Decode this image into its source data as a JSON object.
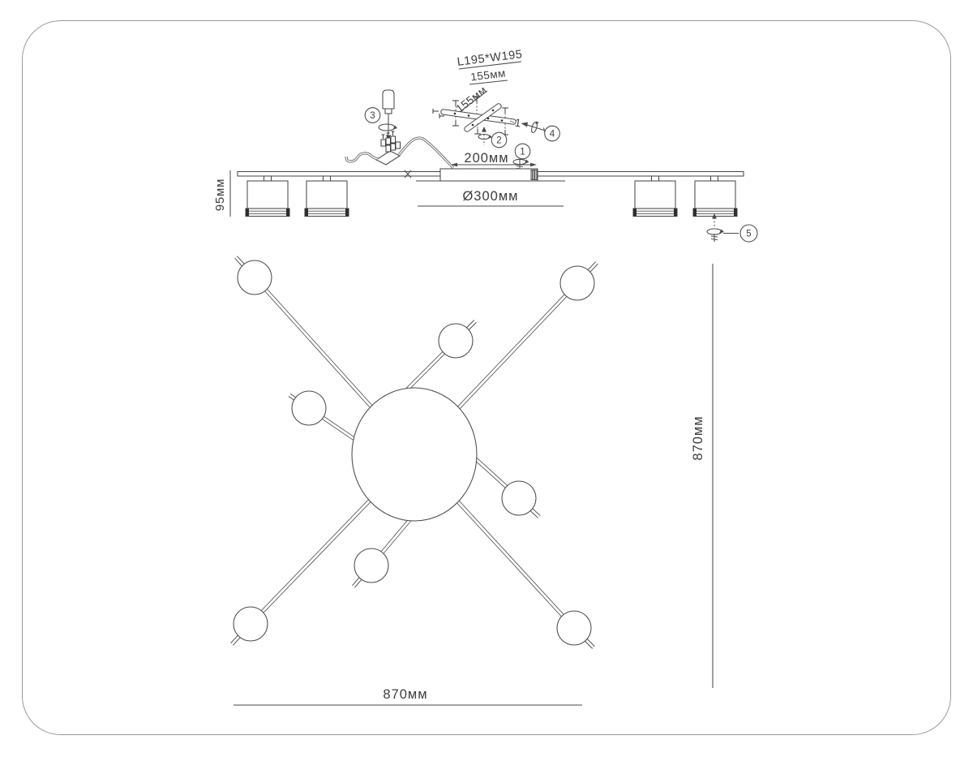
{
  "figure": {
    "kind": "ceiling-light installation and dimension drawing",
    "views": [
      "exploded mounting view",
      "side view",
      "top (plan) view"
    ]
  },
  "palette": {
    "line": "#4a4a4a",
    "text": "#3d3d3d",
    "dark_fill": "#2e2e2e",
    "frame": "#979b9e"
  },
  "exploded_view": {
    "bracket_plate_label": "L195*W195",
    "bracket_length_label": "155мм",
    "bracket_width_label": "155мм",
    "part_marker": "1"
  },
  "side_view": {
    "height_label": "95мм",
    "body_length_label": "200мм",
    "canopy_diameter_label": "Ø300мм"
  },
  "top_view": {
    "width_label": "870мм",
    "depth_label": "870мм"
  },
  "callouts": {
    "c1": "1",
    "c2": "2",
    "c3": "3",
    "c4": "4",
    "c5": "5"
  }
}
